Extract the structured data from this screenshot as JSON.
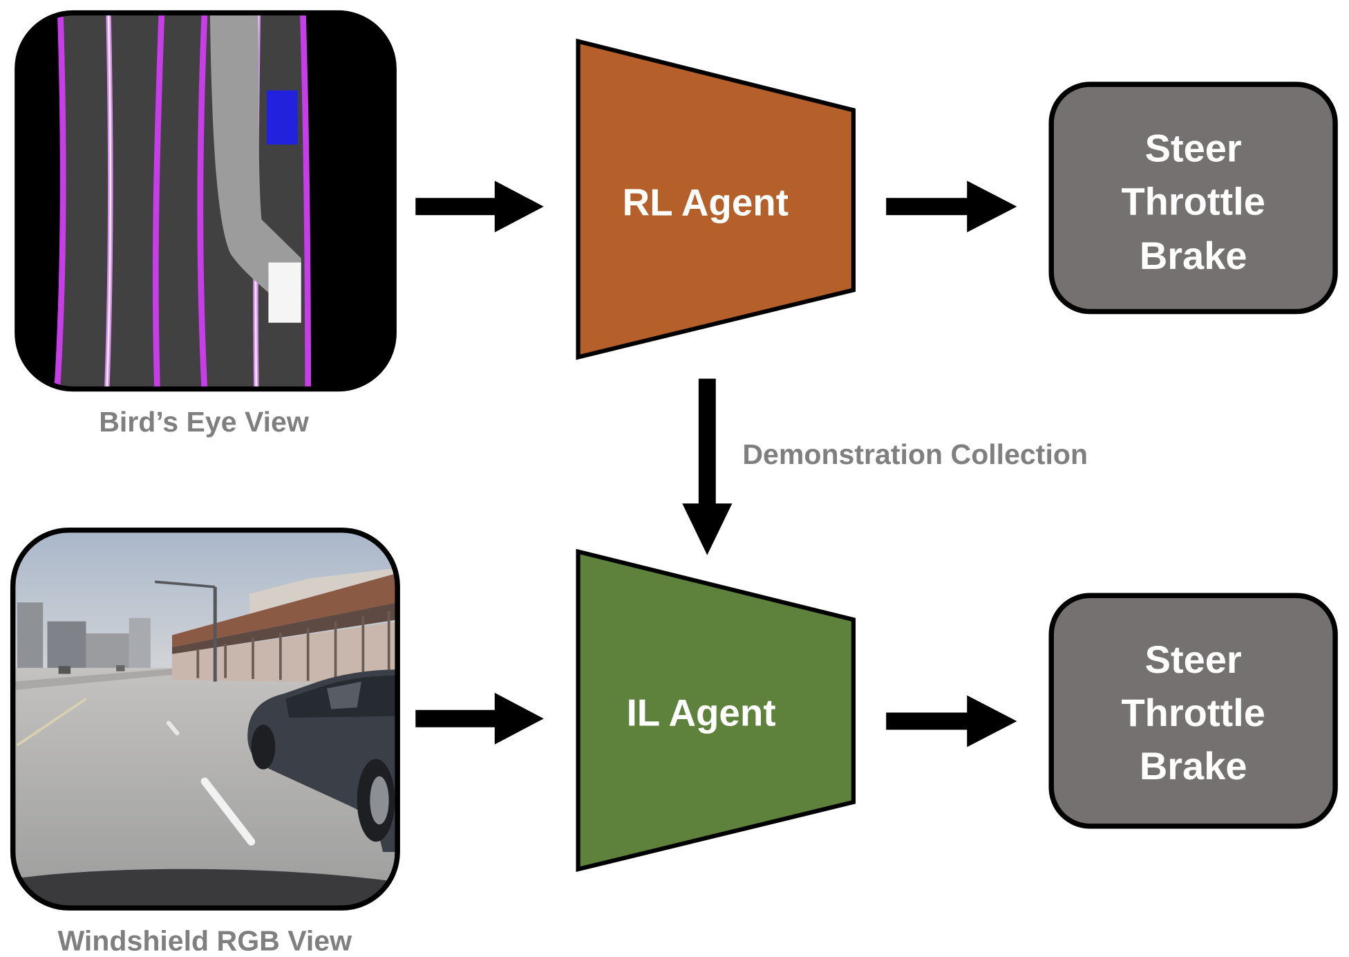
{
  "inputs": {
    "birds_eye_view": {
      "caption": "Bird’s Eye View"
    },
    "windshield_view": {
      "caption": "Windshield RGB View"
    }
  },
  "agents": {
    "rl": {
      "label": "RL Agent"
    },
    "il": {
      "label": "IL Agent"
    }
  },
  "outputs": {
    "rl": {
      "lines": [
        "Steer",
        "Throttle",
        "Brake"
      ]
    },
    "il": {
      "lines": [
        "Steer",
        "Throttle",
        "Brake"
      ]
    }
  },
  "edges": {
    "rl_to_il": {
      "label": "Demonstration Collection"
    }
  },
  "colors": {
    "rl_agent": "#b5602b",
    "il_agent": "#5e823c",
    "output_box": "#767171",
    "caption_text": "#7f7f7f",
    "output_text": "#ffffff",
    "arrow": "#000000"
  }
}
